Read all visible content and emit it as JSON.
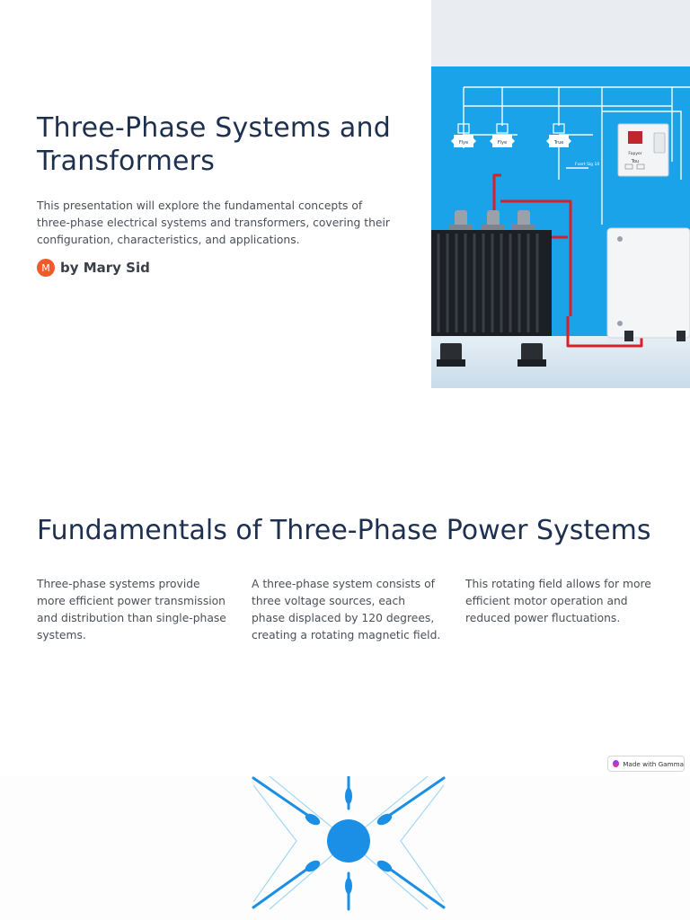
{
  "slide1": {
    "title": "Three-Phase Systems and Transformers",
    "description": "This presentation will explore the fundamental concepts of three-phase electrical systems and transformers, covering their configuration, characteristics, and applications.",
    "author": {
      "initial": "M",
      "name": "by Mary Sid"
    },
    "image": {
      "panel_labels": [
        "Flye",
        "Flye",
        "True"
      ],
      "meter_label": "Fopyer",
      "meter_sublabel": "Tou",
      "annotation": "Fvert Sig 10"
    }
  },
  "slide2": {
    "title": "Fundamentals of Three-Phase Power Systems",
    "columns": [
      "Three-phase systems provide more efficient power transmission and distribution than single-phase systems.",
      "A three-phase system consists of three voltage sources, each phase displaced by 120 degrees, creating a rotating magnetic field.",
      "This rotating field allows for more efficient motor operation and reduced power fluctuations."
    ]
  },
  "badge": {
    "label": "Made with Gamma"
  },
  "colors": {
    "title": "#1e3050",
    "body": "#4a4f57",
    "avatar": "#f15a2b",
    "diagram_blue": "#1aa3e8",
    "wire_red": "#d6202a"
  }
}
